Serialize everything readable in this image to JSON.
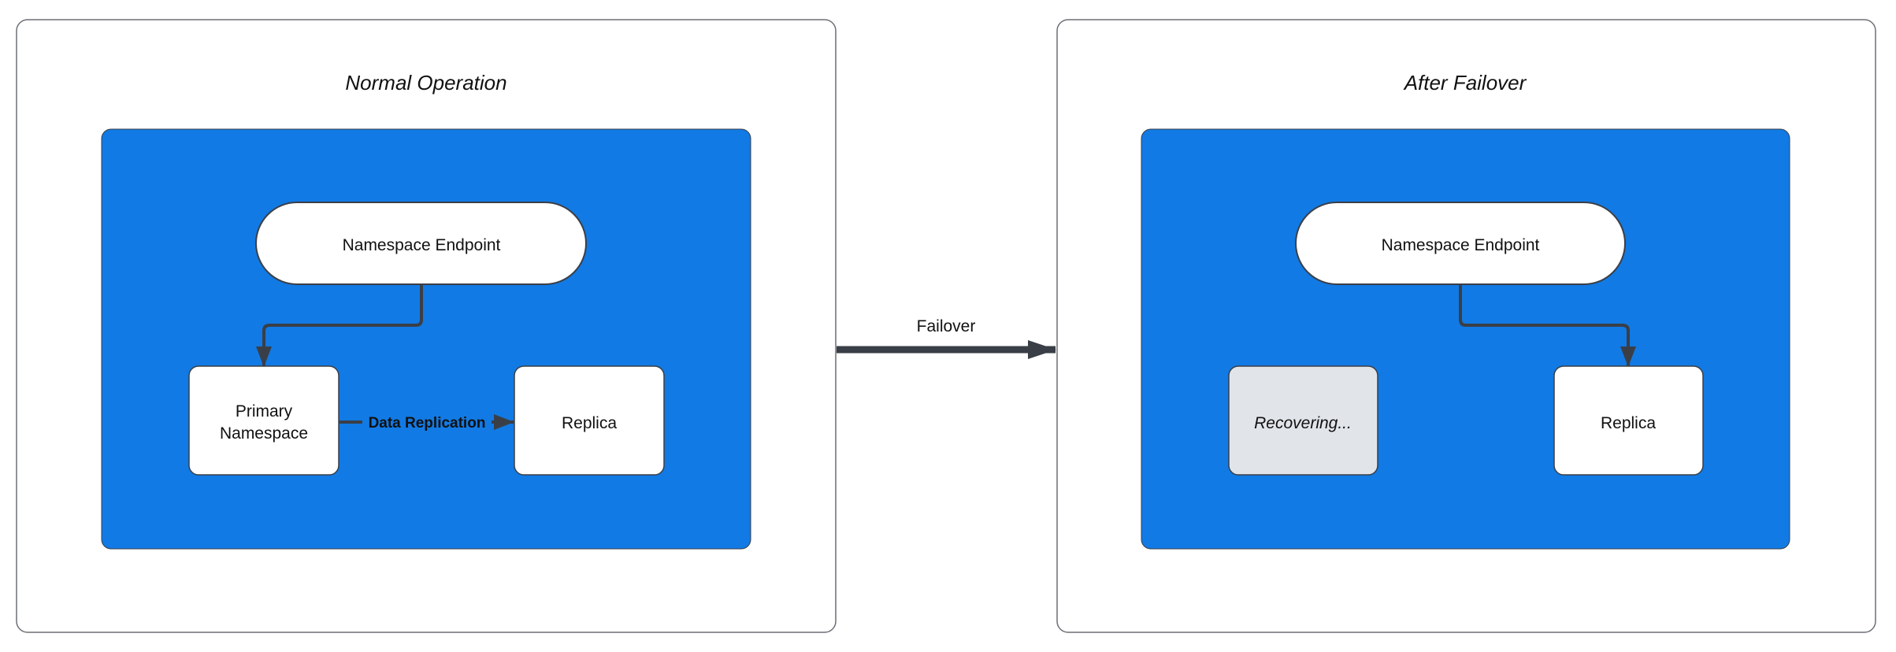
{
  "colors": {
    "group_fill": "#127AE4",
    "node_fill": "#FFFFFF",
    "recovering_fill": "#E1E4E9",
    "edge": "#3A3F47",
    "frame_border": "#6B6F75"
  },
  "left_panel": {
    "title": "Normal Operation",
    "endpoint": "Namespace Endpoint",
    "primary_line1": "Primary",
    "primary_line2": "Namespace",
    "replica": "Replica",
    "replication_label": "Data Replication"
  },
  "transition": {
    "label": "Failover"
  },
  "right_panel": {
    "title": "After Failover",
    "endpoint": "Namespace Endpoint",
    "recovering": "Recovering...",
    "replica": "Replica"
  }
}
